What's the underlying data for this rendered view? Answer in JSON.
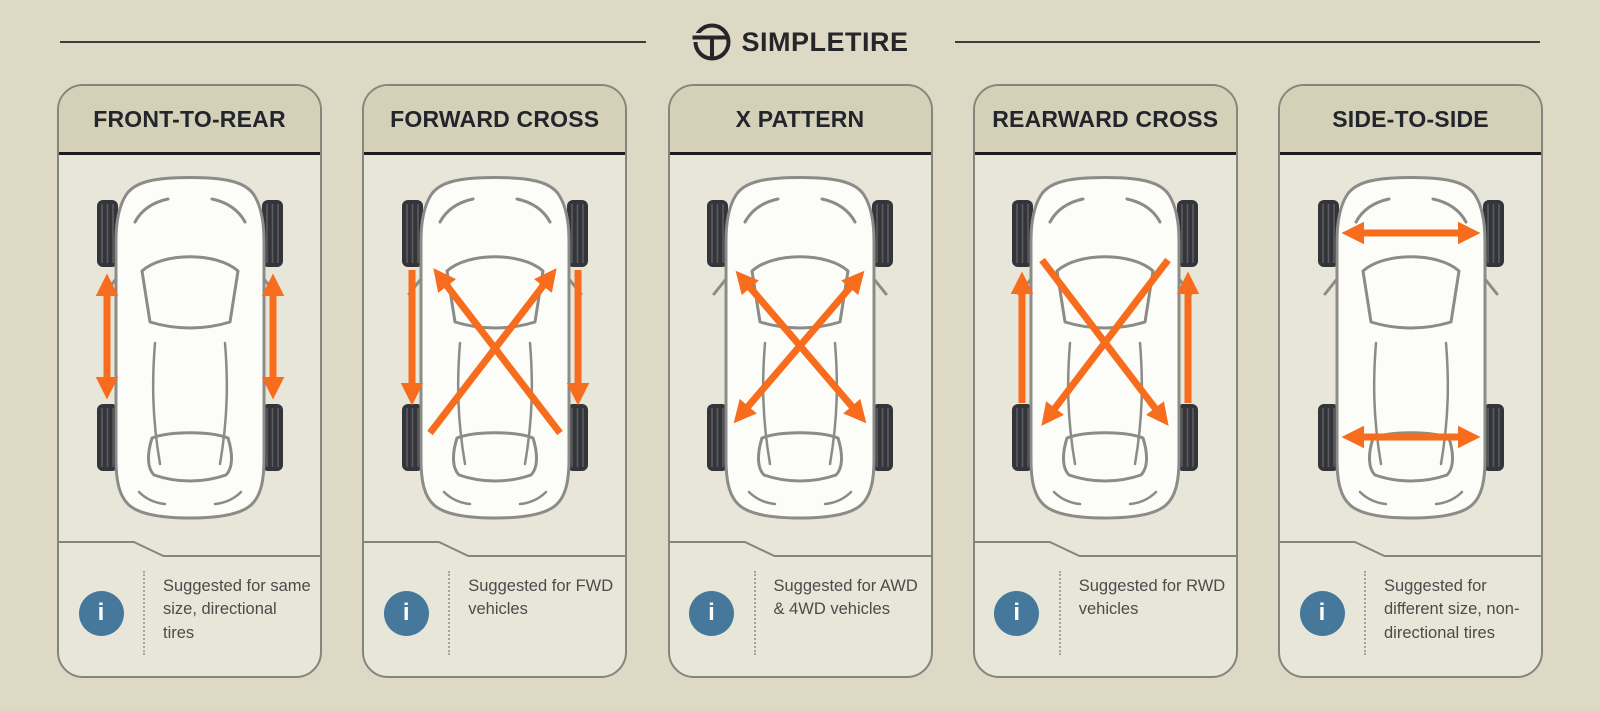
{
  "brand": {
    "name": "SIMPLETIRE",
    "logo_icon": "steering-wheel-t-monogram"
  },
  "colors": {
    "page_background": "#ddd9c4",
    "card_header_background": "#d5d1b8",
    "card_body_background": "#e8e6d9",
    "accent_orange": "#f76c1d",
    "info_blue": "#46789b"
  },
  "footer_info_glyph": "i",
  "cards": [
    {
      "title": "FRONT-TO-REAR",
      "pattern": "front-to-rear",
      "note": "Suggested for same size, directional tires"
    },
    {
      "title": "FORWARD CROSS",
      "pattern": "forward-cross",
      "note": "Suggested for FWD vehicles"
    },
    {
      "title": "X PATTERN",
      "pattern": "x-pattern",
      "note": "Suggested for AWD & 4WD vehicles"
    },
    {
      "title": "REARWARD CROSS",
      "pattern": "rearward-cross",
      "note": "Suggested for RWD vehicles"
    },
    {
      "title": "SIDE-TO-SIDE",
      "pattern": "side-to-side",
      "note": "Suggested for different size, non-directional tires"
    }
  ]
}
